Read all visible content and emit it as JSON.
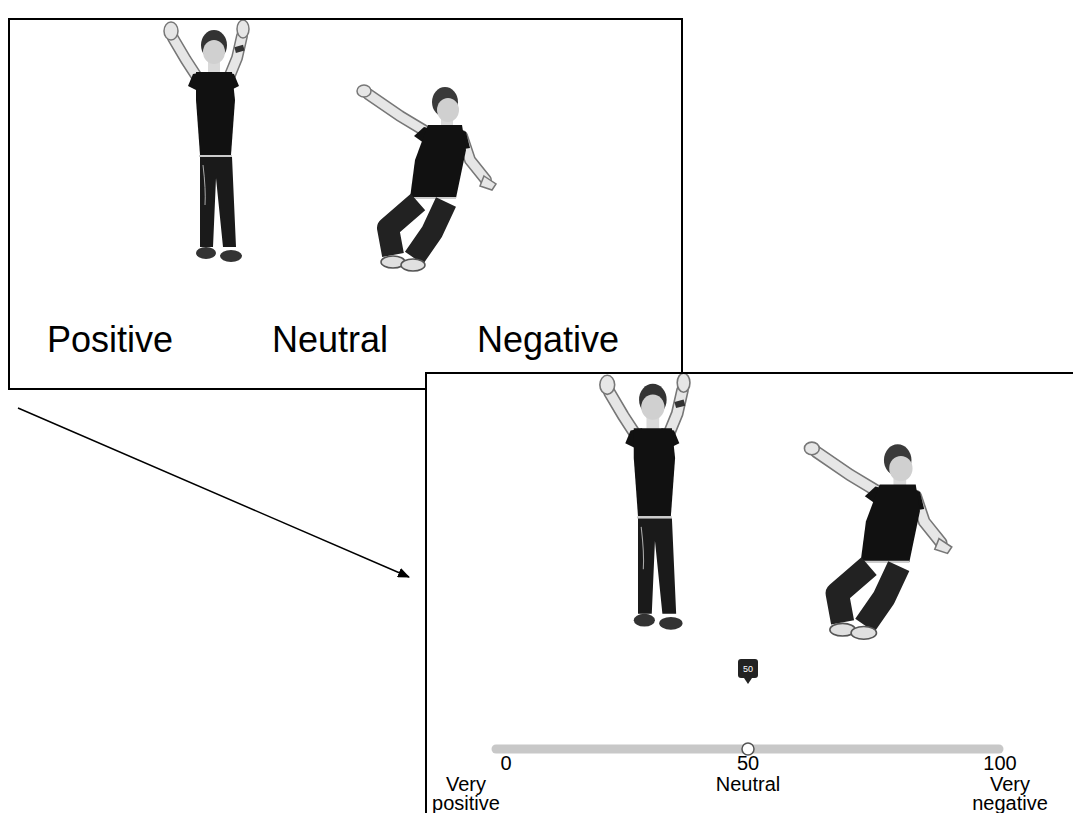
{
  "diagram": {
    "nodes": [
      {
        "text": [
          "Positive",
          "Neutral",
          "Negative"
        ]
      },
      {
        "text": [
          "0",
          "50",
          "100",
          "Very positive",
          "Neutral",
          "Very negative"
        ]
      },
      {
        "text": [
          "50"
        ],
        "in": 1
      }
    ],
    "edges": [
      {
        "from": 0,
        "to": 1,
        "arrow": "to"
      }
    ]
  }
}
